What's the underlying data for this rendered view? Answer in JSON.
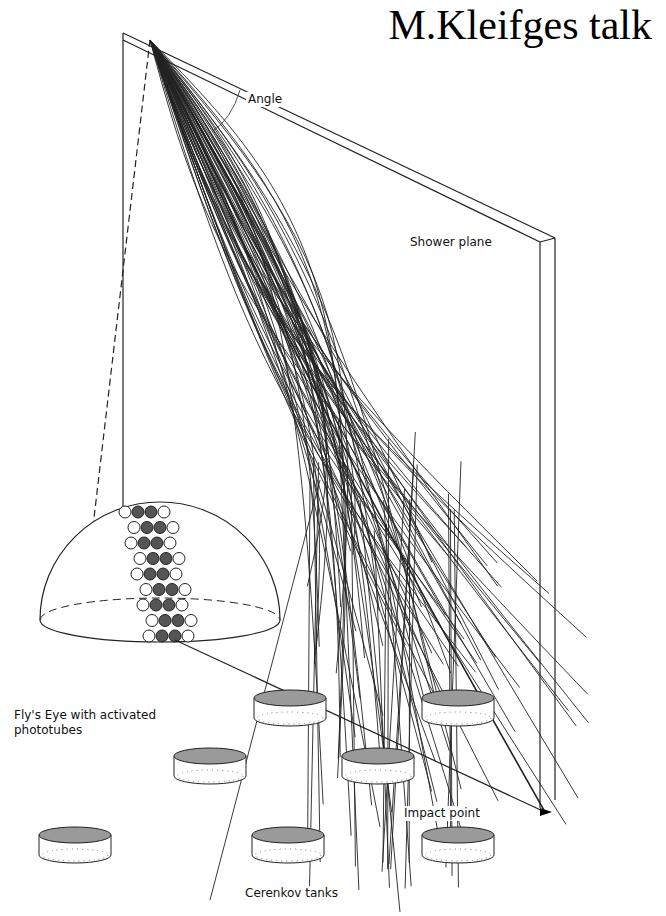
{
  "diagram": {
    "title": "M.Kleifges talk",
    "labels": [
      "Angle",
      "Shower plane",
      "Fly's Eye with activated phototubes",
      "Impact point",
      "Cerenkov tanks"
    ]
  }
}
